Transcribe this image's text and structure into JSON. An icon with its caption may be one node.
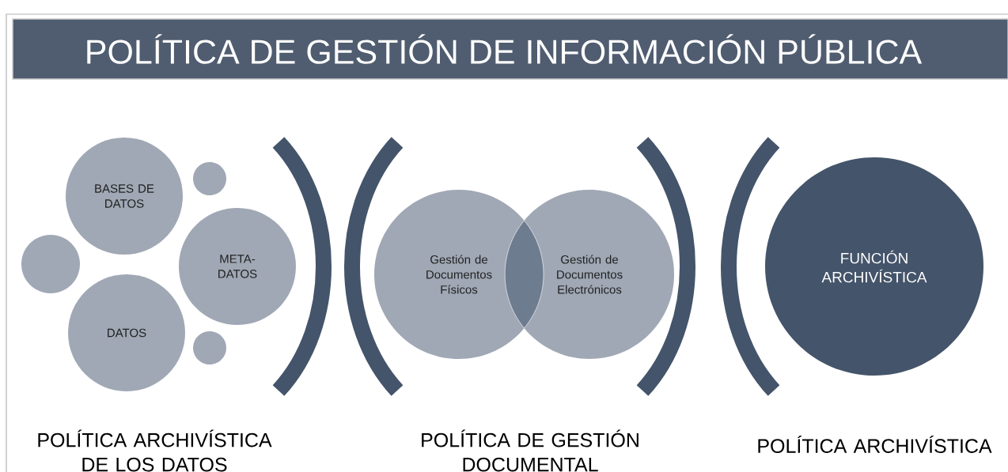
{
  "diagram": {
    "title": "POLÍTICA DE GESTIÓN DE INFORMACIÓN PÚBLICA",
    "nodes": [
      {
        "text": [
          "BASES DE DATOS"
        ]
      },
      {
        "text": [],
        "shape": "circle"
      },
      {
        "text": [],
        "shape": "circle"
      },
      {
        "text": [
          "META-DATOS"
        ]
      },
      {
        "text": [
          "DATOS"
        ]
      },
      {
        "text": [],
        "shape": "circle"
      },
      {
        "text": [
          "Gestión de Documentos Físicos"
        ]
      },
      {
        "text": [
          "Gestión de Documentos Electrónicos"
        ]
      },
      {
        "text": [
          "FUNCIÓN ARCHIVÍSTICA"
        ]
      }
    ],
    "edges": [],
    "labels": [
      "POLÍTICA ARCHIVÍSTICA DE LOS DATOS",
      "POLÍTICA DE GESTIÓN DOCUMENTAL",
      "POLÍTICA ARCHIVÍSTICA"
    ]
  }
}
